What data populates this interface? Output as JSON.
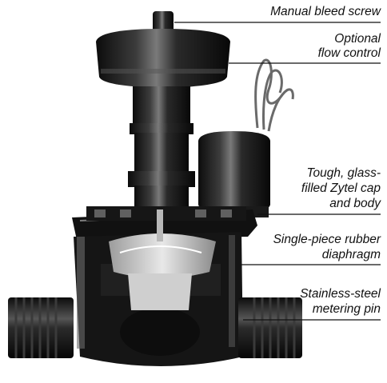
{
  "callouts": {
    "bleed_screw": "Manual bleed screw",
    "flow_control_1": "Optional",
    "flow_control_2": "flow control",
    "cap_body_1": "Tough, glass-",
    "cap_body_2": "filled Zytel cap",
    "cap_body_3": "and body",
    "diaphragm_1": "Single-piece rubber",
    "diaphragm_2": "diaphragm",
    "metering_pin_1": "Stainless-steel",
    "metering_pin_2": "metering pin"
  },
  "colors": {
    "body_dark": "#161616",
    "highlight": "#8a8a8a",
    "diaphragm": "#d0d0d0",
    "leader_line": "#111111"
  }
}
